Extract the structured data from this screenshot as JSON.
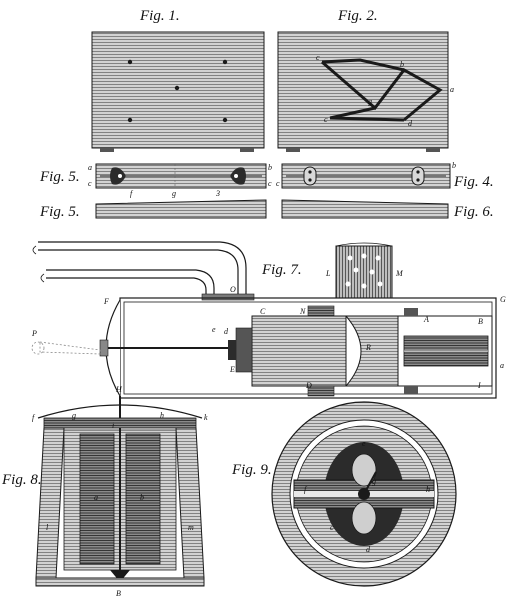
{
  "figure_labels": {
    "fig1": "Fig. 1.",
    "fig2": "Fig. 2.",
    "fig5a": "Fig. 5.",
    "fig4": "Fig. 4.",
    "fig5b": "Fig. 5.",
    "fig6": "Fig. 6.",
    "fig7": "Fig. 7.",
    "fig8": "Fig. 8.",
    "fig9": "Fig. 9."
  },
  "letters": {
    "fig2": {
      "c1": "c",
      "c2": "c",
      "g": "g",
      "b": "b",
      "a": "a",
      "d": "d"
    },
    "fig5": {
      "a": "a",
      "c": "c",
      "b": "b",
      "c2": "c",
      "p": "f",
      "g": "g",
      "s": "3"
    },
    "fig4": {
      "b": "b",
      "c": "c"
    },
    "fig7": {
      "L": "L",
      "M": "M",
      "F": "F",
      "G": "G",
      "O": "O",
      "C": "C",
      "N": "N",
      "A": "A",
      "B": "B",
      "e": "e",
      "d": "d",
      "R": "R",
      "E": "E",
      "D": "D",
      "I": "I",
      "a": "a",
      "P": "P",
      "H": "H"
    },
    "fig8": {
      "f": "f",
      "g": "g",
      "h": "h",
      "k": "k",
      "i": "i",
      "a": "a",
      "b": "b",
      "l": "l",
      "m": "m",
      "B": "B"
    },
    "fig9": {
      "e": "e",
      "f": "f",
      "h": "h",
      "g": "g",
      "c": "c",
      "d": "d"
    }
  },
  "colors": {
    "ink": "#1a1a1a",
    "shade": "#6e6e6e",
    "dark": "#2b2b2b",
    "paper": "#ffffff"
  }
}
